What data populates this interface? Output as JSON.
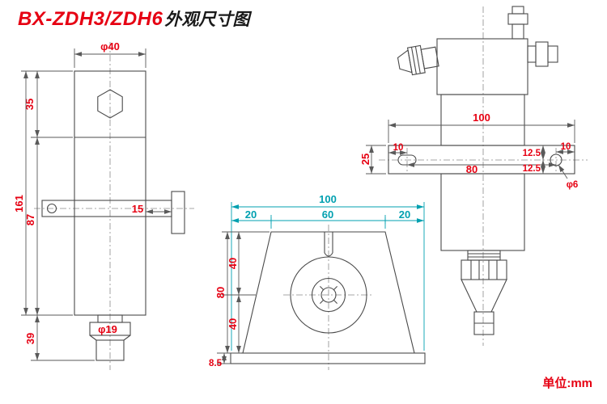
{
  "title": {
    "model": "BX-ZDH3/ZDH6",
    "suffix": "外观尺寸图"
  },
  "unit_label": "单位:mm",
  "colors": {
    "dimension_red": "#e60012",
    "dimension_cyan": "#00a0b0",
    "outline_gray": "#4a4a4a"
  },
  "front_view": {
    "dims": {
      "body_diameter": "φ40",
      "top_section_height": "35",
      "total_height": "161",
      "mid_section_height": "87",
      "nozzle_section_height": "39",
      "clamp_offset": "15",
      "nozzle_diameter": "φ19"
    }
  },
  "base_view": {
    "dims": {
      "total_width": "100",
      "left_segment": "20",
      "center_segment": "60",
      "right_segment": "20",
      "total_height": "80",
      "upper_half": "40",
      "lower_half": "40",
      "base_thickness": "8.5"
    }
  },
  "side_view": {
    "dims": {
      "plate_width": "100",
      "plate_height": "25",
      "slot_edge_offset": "10",
      "hole_spacing": "80",
      "hole_edge_offset": "10",
      "hole_top_offset": "12.5",
      "hole_bottom_offset": "12.5",
      "hole_diameter": "φ6"
    }
  }
}
